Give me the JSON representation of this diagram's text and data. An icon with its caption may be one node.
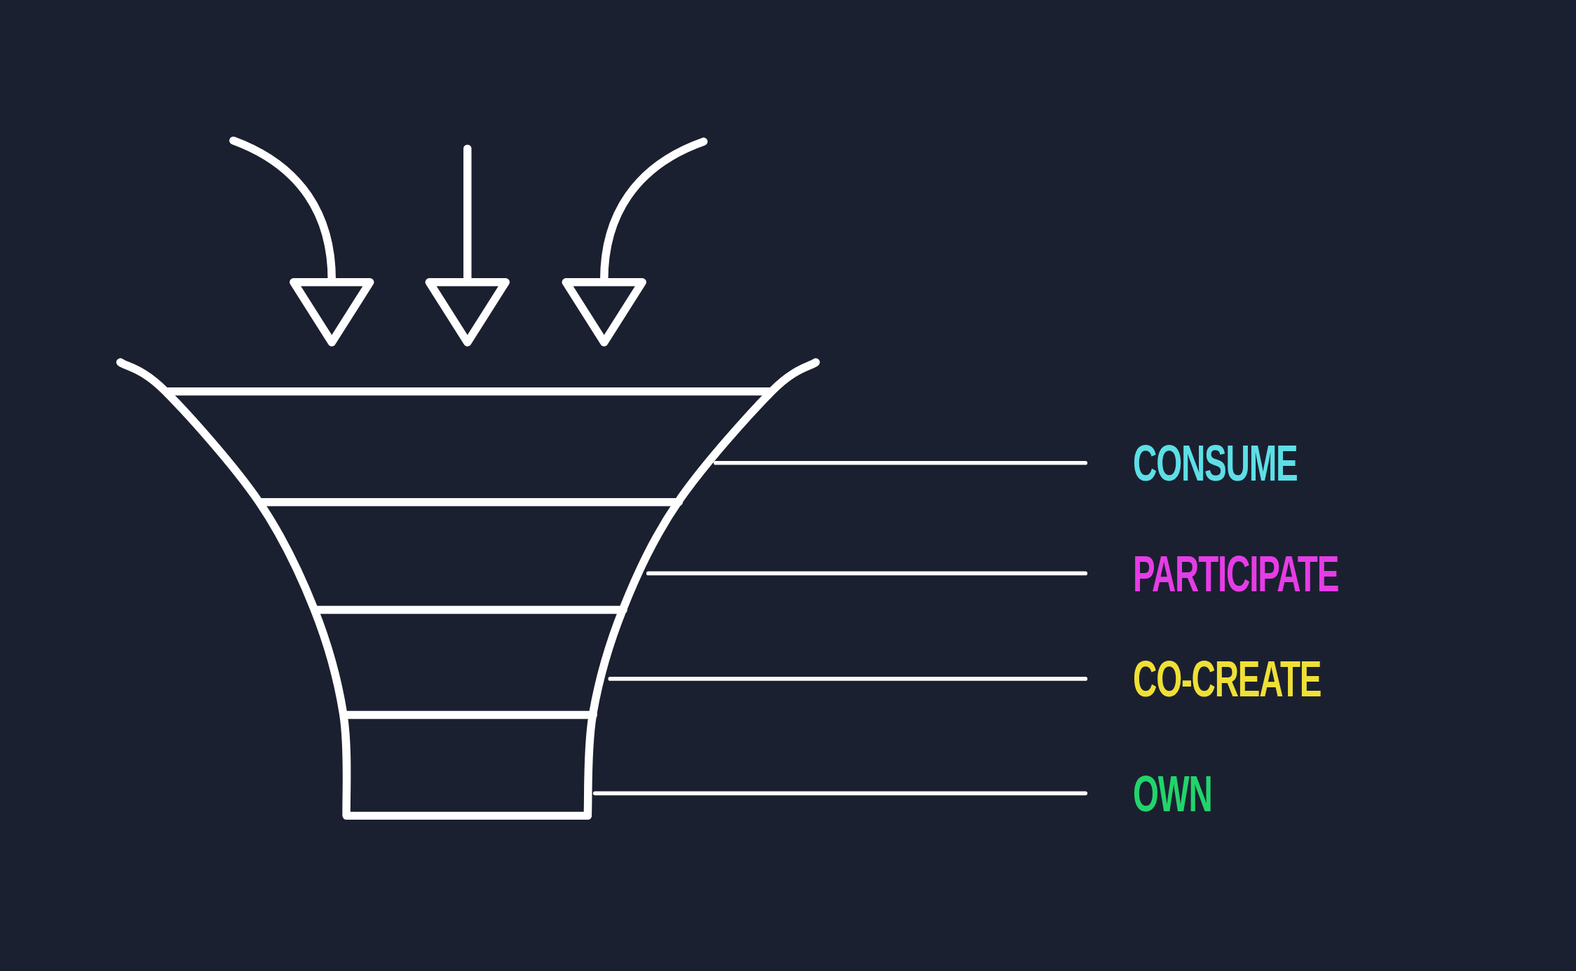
{
  "diagram": {
    "nodes": [
      {
        "text": [],
        "shape": "funnel"
      },
      {
        "text": [],
        "shape": "band",
        "in": 0
      },
      {
        "text": [],
        "shape": "band",
        "in": 0
      },
      {
        "text": [],
        "shape": "band",
        "in": 0
      },
      {
        "text": [],
        "shape": "band",
        "in": 0
      },
      {
        "text": [
          "CONSUME"
        ]
      },
      {
        "text": [
          "PARTICIPATE"
        ]
      },
      {
        "text": [
          "CO-CREATE"
        ]
      },
      {
        "text": [
          "OWN"
        ]
      }
    ],
    "edges": [
      {
        "from": null,
        "to": 0,
        "arrow": "to",
        "style": "thick"
      },
      {
        "from": null,
        "to": 0,
        "arrow": "to",
        "style": "thick"
      },
      {
        "from": null,
        "to": 0,
        "arrow": "to",
        "style": "thick"
      },
      {
        "from": 5,
        "to": 1,
        "arrow": "none"
      },
      {
        "from": 6,
        "to": 2,
        "arrow": "none"
      },
      {
        "from": 7,
        "to": 3,
        "arrow": "none"
      },
      {
        "from": 8,
        "to": 4,
        "arrow": "none"
      }
    ]
  }
}
